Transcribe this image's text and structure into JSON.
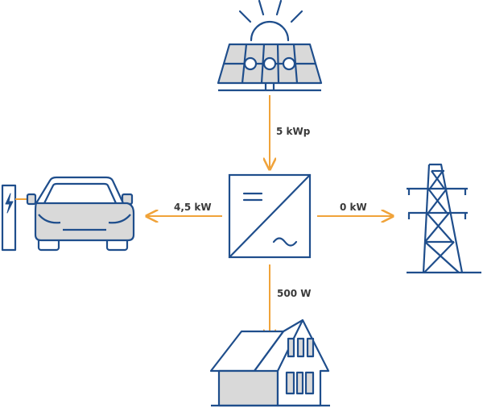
{
  "colors": {
    "line": "#1f4e8c",
    "arrow": "#f0a33a",
    "fill": "#d9d9d9",
    "background": "#ffffff"
  },
  "flows": {
    "solar_to_inverter": "5 kWp",
    "inverter_to_car": "4,5 kW",
    "inverter_to_grid": "0 kW",
    "inverter_to_house": "500 W"
  },
  "icons": {
    "solar": "solar-panel-icon",
    "sun": "sun-icon",
    "inverter": "inverter-icon",
    "car": "electric-car-icon",
    "charger": "charging-station-icon",
    "grid": "power-pylon-icon",
    "house": "house-icon"
  }
}
